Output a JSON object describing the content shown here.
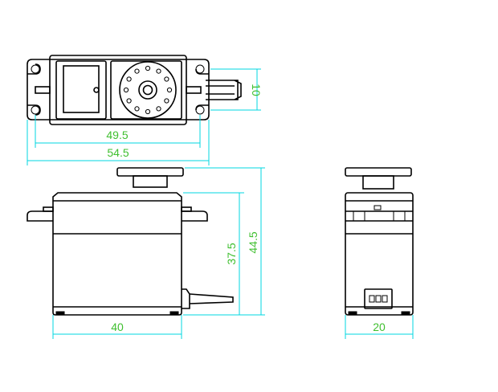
{
  "dimensions": {
    "top_width_inner": "49.5",
    "top_width_outer": "54.5",
    "cable_offset": "10",
    "body_height": "37.5",
    "total_height": "44.5",
    "body_length": "40",
    "body_width": "20"
  },
  "colors": {
    "outline": "#000000",
    "dimension_line": "#00d7e0",
    "dimension_text": "#3fbf2f"
  }
}
